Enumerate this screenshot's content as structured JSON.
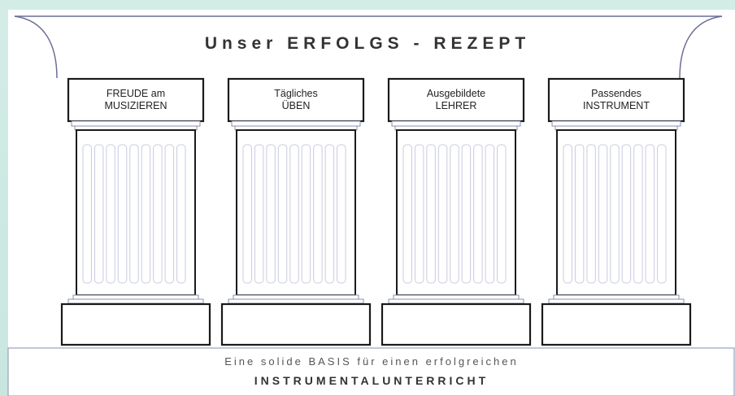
{
  "title": "Unser ERFOLGS - REZEPT",
  "pillars": [
    {
      "line1": "FREUDE am",
      "line2": "MUSIZIEREN"
    },
    {
      "line1": "Tägliches",
      "line2": "ÜBEN"
    },
    {
      "line1": "Ausgebildete",
      "line2": "LEHRER"
    },
    {
      "line1": "Passendes",
      "line2": "INSTRUMENT"
    }
  ],
  "basis": {
    "line1": "Eine solide BASIS für einen erfolgreichen",
    "line2": "INSTRUMENTALUNTERRICHT"
  },
  "colors": {
    "background": "#cfe9e3",
    "outline": "#1a1a1a",
    "column": "#8a8fb0",
    "basis_border": "#9aa0c0"
  }
}
